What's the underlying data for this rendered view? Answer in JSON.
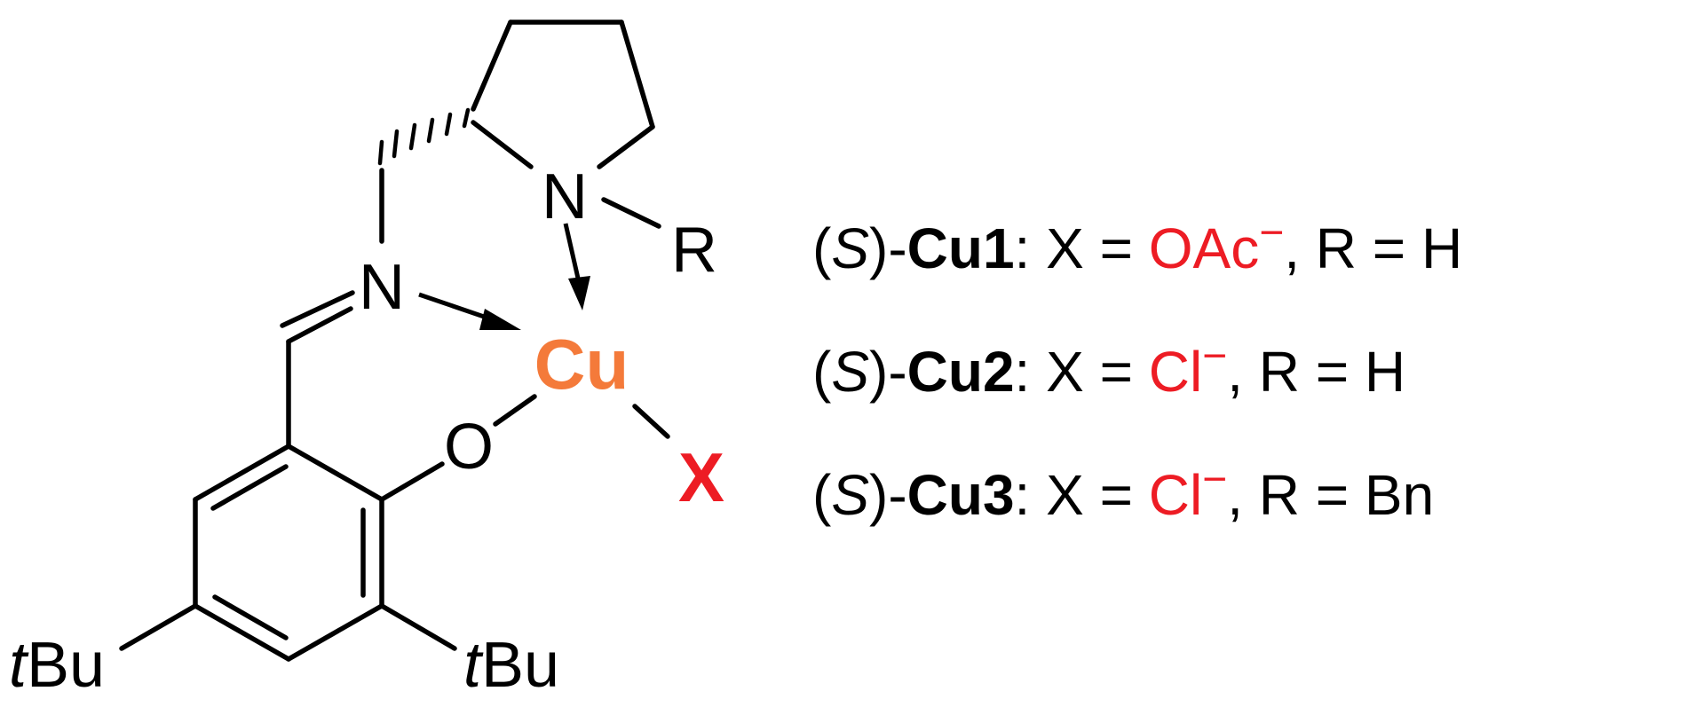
{
  "colors": {
    "copper": "#F47A3A",
    "ligand_x": "#ED1C24",
    "anion": "#ED1C24",
    "bonds": "#000000"
  },
  "structure": {
    "atoms": {
      "n_pyrrolidine": "N",
      "n_imine": "N",
      "oxygen": "O",
      "copper": "Cu",
      "x_ligand": "X",
      "r_group": "R",
      "tbu_italic": "t",
      "tbu_rest": "Bu"
    }
  },
  "legend": {
    "entries": [
      {
        "config": "S",
        "compound": "Cu1",
        "x_prefix": "X = ",
        "anion": "OAc",
        "charge": "−",
        "r_text": ", R = H"
      },
      {
        "config": "S",
        "compound": "Cu2",
        "x_prefix": "X = ",
        "anion": "Cl",
        "charge": "−",
        "r_text": ", R = H"
      },
      {
        "config": "S",
        "compound": "Cu3",
        "x_prefix": "X = ",
        "anion": "Cl",
        "charge": "−",
        "r_text": ", R = Bn"
      }
    ]
  }
}
